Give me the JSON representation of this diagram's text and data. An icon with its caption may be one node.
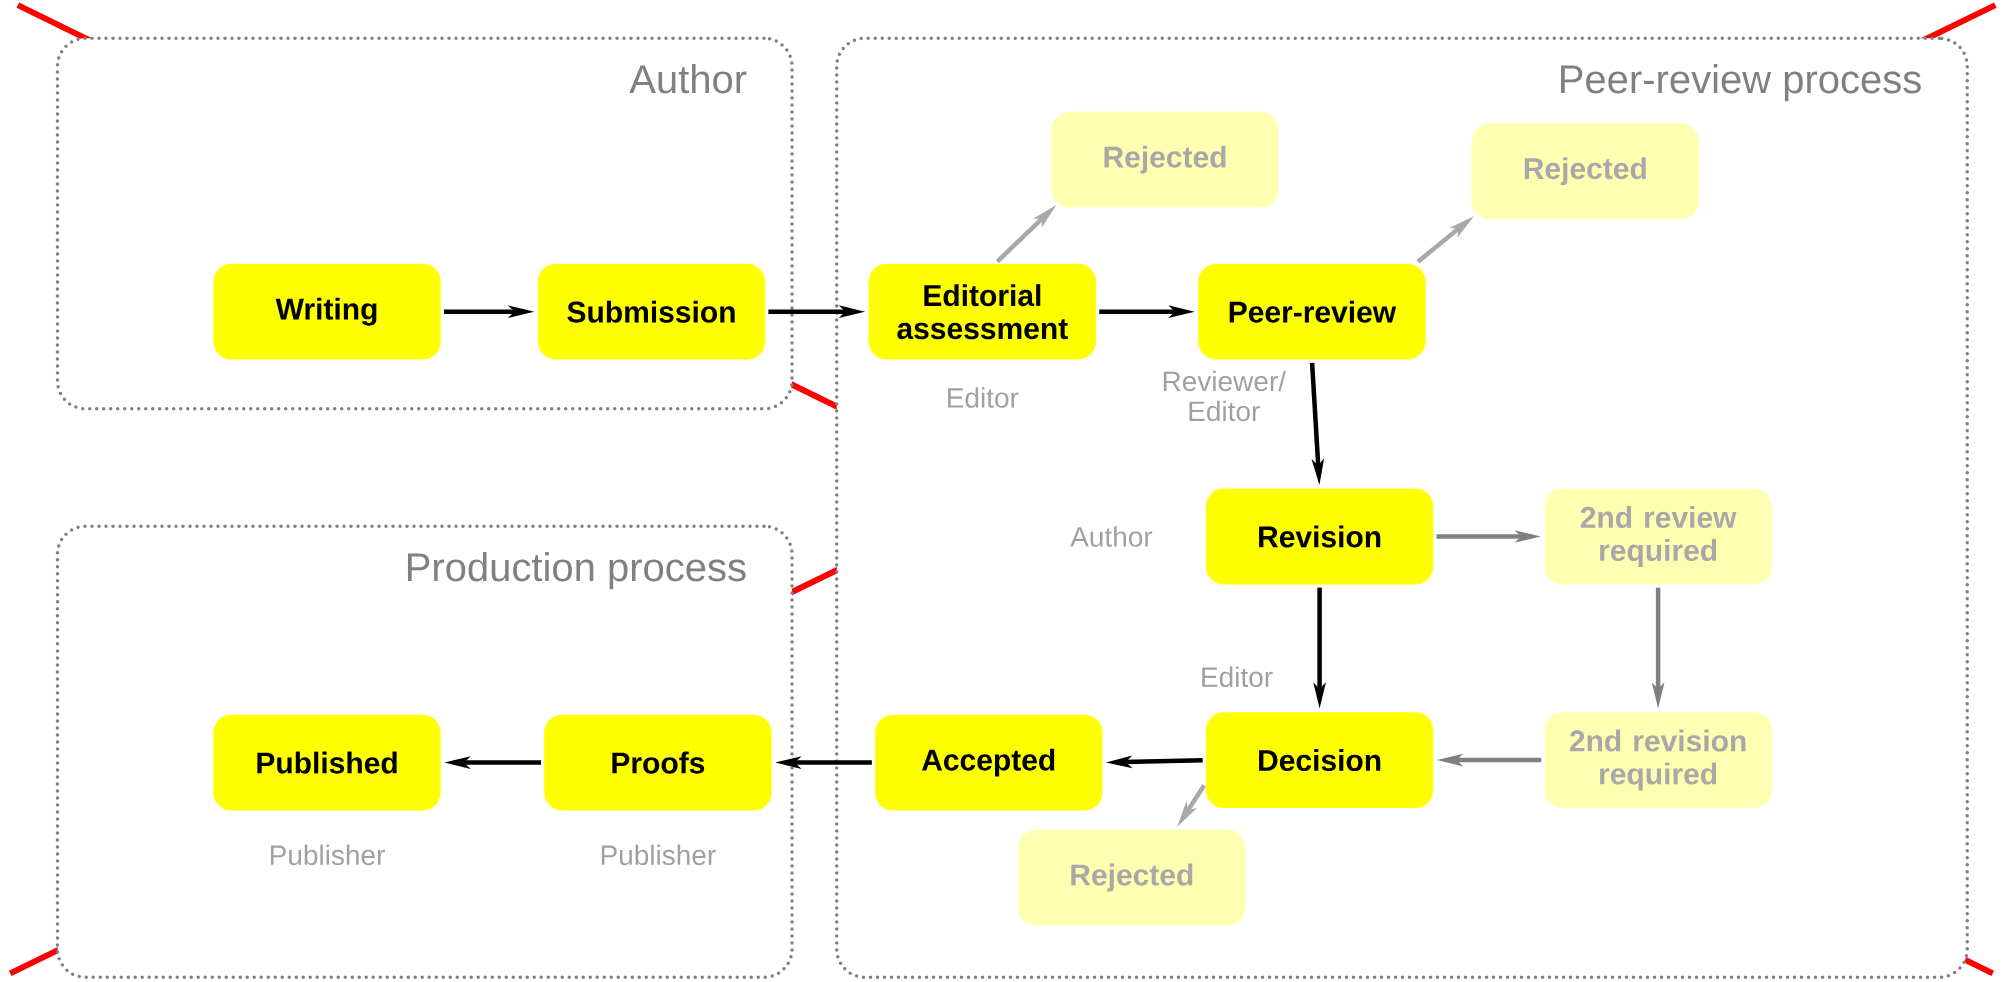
{
  "diagram": {
    "nodes": [
      {
        "text": [
          "Author"
        ]
      },
      {
        "text": [
          "Writing"
        ],
        "in": 0
      },
      {
        "text": [
          "Submission"
        ],
        "in": 0
      },
      {
        "text": [
          "Peer-review process"
        ]
      },
      {
        "text": [
          "Rejected"
        ],
        "in": 3
      },
      {
        "text": [
          "Rejected"
        ],
        "in": 3
      },
      {
        "text": [
          "Editorial assessment"
        ],
        "beside": [
          "Editor"
        ],
        "in": 3
      },
      {
        "text": [
          "Peer-review"
        ],
        "beside": [
          "Reviewer/ Editor"
        ],
        "in": 3
      },
      {
        "text": [
          "Revision"
        ],
        "beside": [
          "Author"
        ],
        "in": 3
      },
      {
        "text": [
          "2nd review required"
        ],
        "in": 3
      },
      {
        "text": [
          "Decision"
        ],
        "beside": [
          "Editor"
        ],
        "in": 3
      },
      {
        "text": [
          "2nd revision required"
        ],
        "in": 3
      },
      {
        "text": [
          "Rejected"
        ],
        "in": 3
      },
      {
        "text": [
          "Production process"
        ]
      },
      {
        "text": [
          "Published"
        ],
        "beside": [
          "Publisher"
        ],
        "in": 13
      },
      {
        "text": [
          "Proofs"
        ],
        "beside": [
          "Publisher"
        ],
        "in": 13
      },
      {
        "text": [
          "Accepted"
        ],
        "in": 3
      }
    ],
    "edges": [
      {
        "from": 1,
        "to": 2,
        "arrow": "to"
      },
      {
        "from": 2,
        "to": 6,
        "arrow": "to"
      },
      {
        "from": 6,
        "to": 4,
        "arrow": "to",
        "color": "#a8a8a8"
      },
      {
        "from": 6,
        "to": 7,
        "arrow": "to"
      },
      {
        "from": 7,
        "to": 5,
        "arrow": "to",
        "color": "#a8a8a8"
      },
      {
        "from": 7,
        "to": 8,
        "arrow": "to"
      },
      {
        "from": 8,
        "to": 9,
        "arrow": "to",
        "color": "#808080"
      },
      {
        "from": 9,
        "to": 11,
        "arrow": "to",
        "color": "#808080"
      },
      {
        "from": 11,
        "to": 10,
        "arrow": "to",
        "color": "#808080"
      },
      {
        "from": 8,
        "to": 10,
        "arrow": "to"
      },
      {
        "from": 10,
        "to": 16,
        "arrow": "to"
      },
      {
        "from": 10,
        "to": 12,
        "arrow": "to",
        "color": "#a8a8a8"
      },
      {
        "from": 16,
        "to": 15,
        "arrow": "to"
      },
      {
        "from": 15,
        "to": 14,
        "arrow": "to"
      }
    ]
  }
}
